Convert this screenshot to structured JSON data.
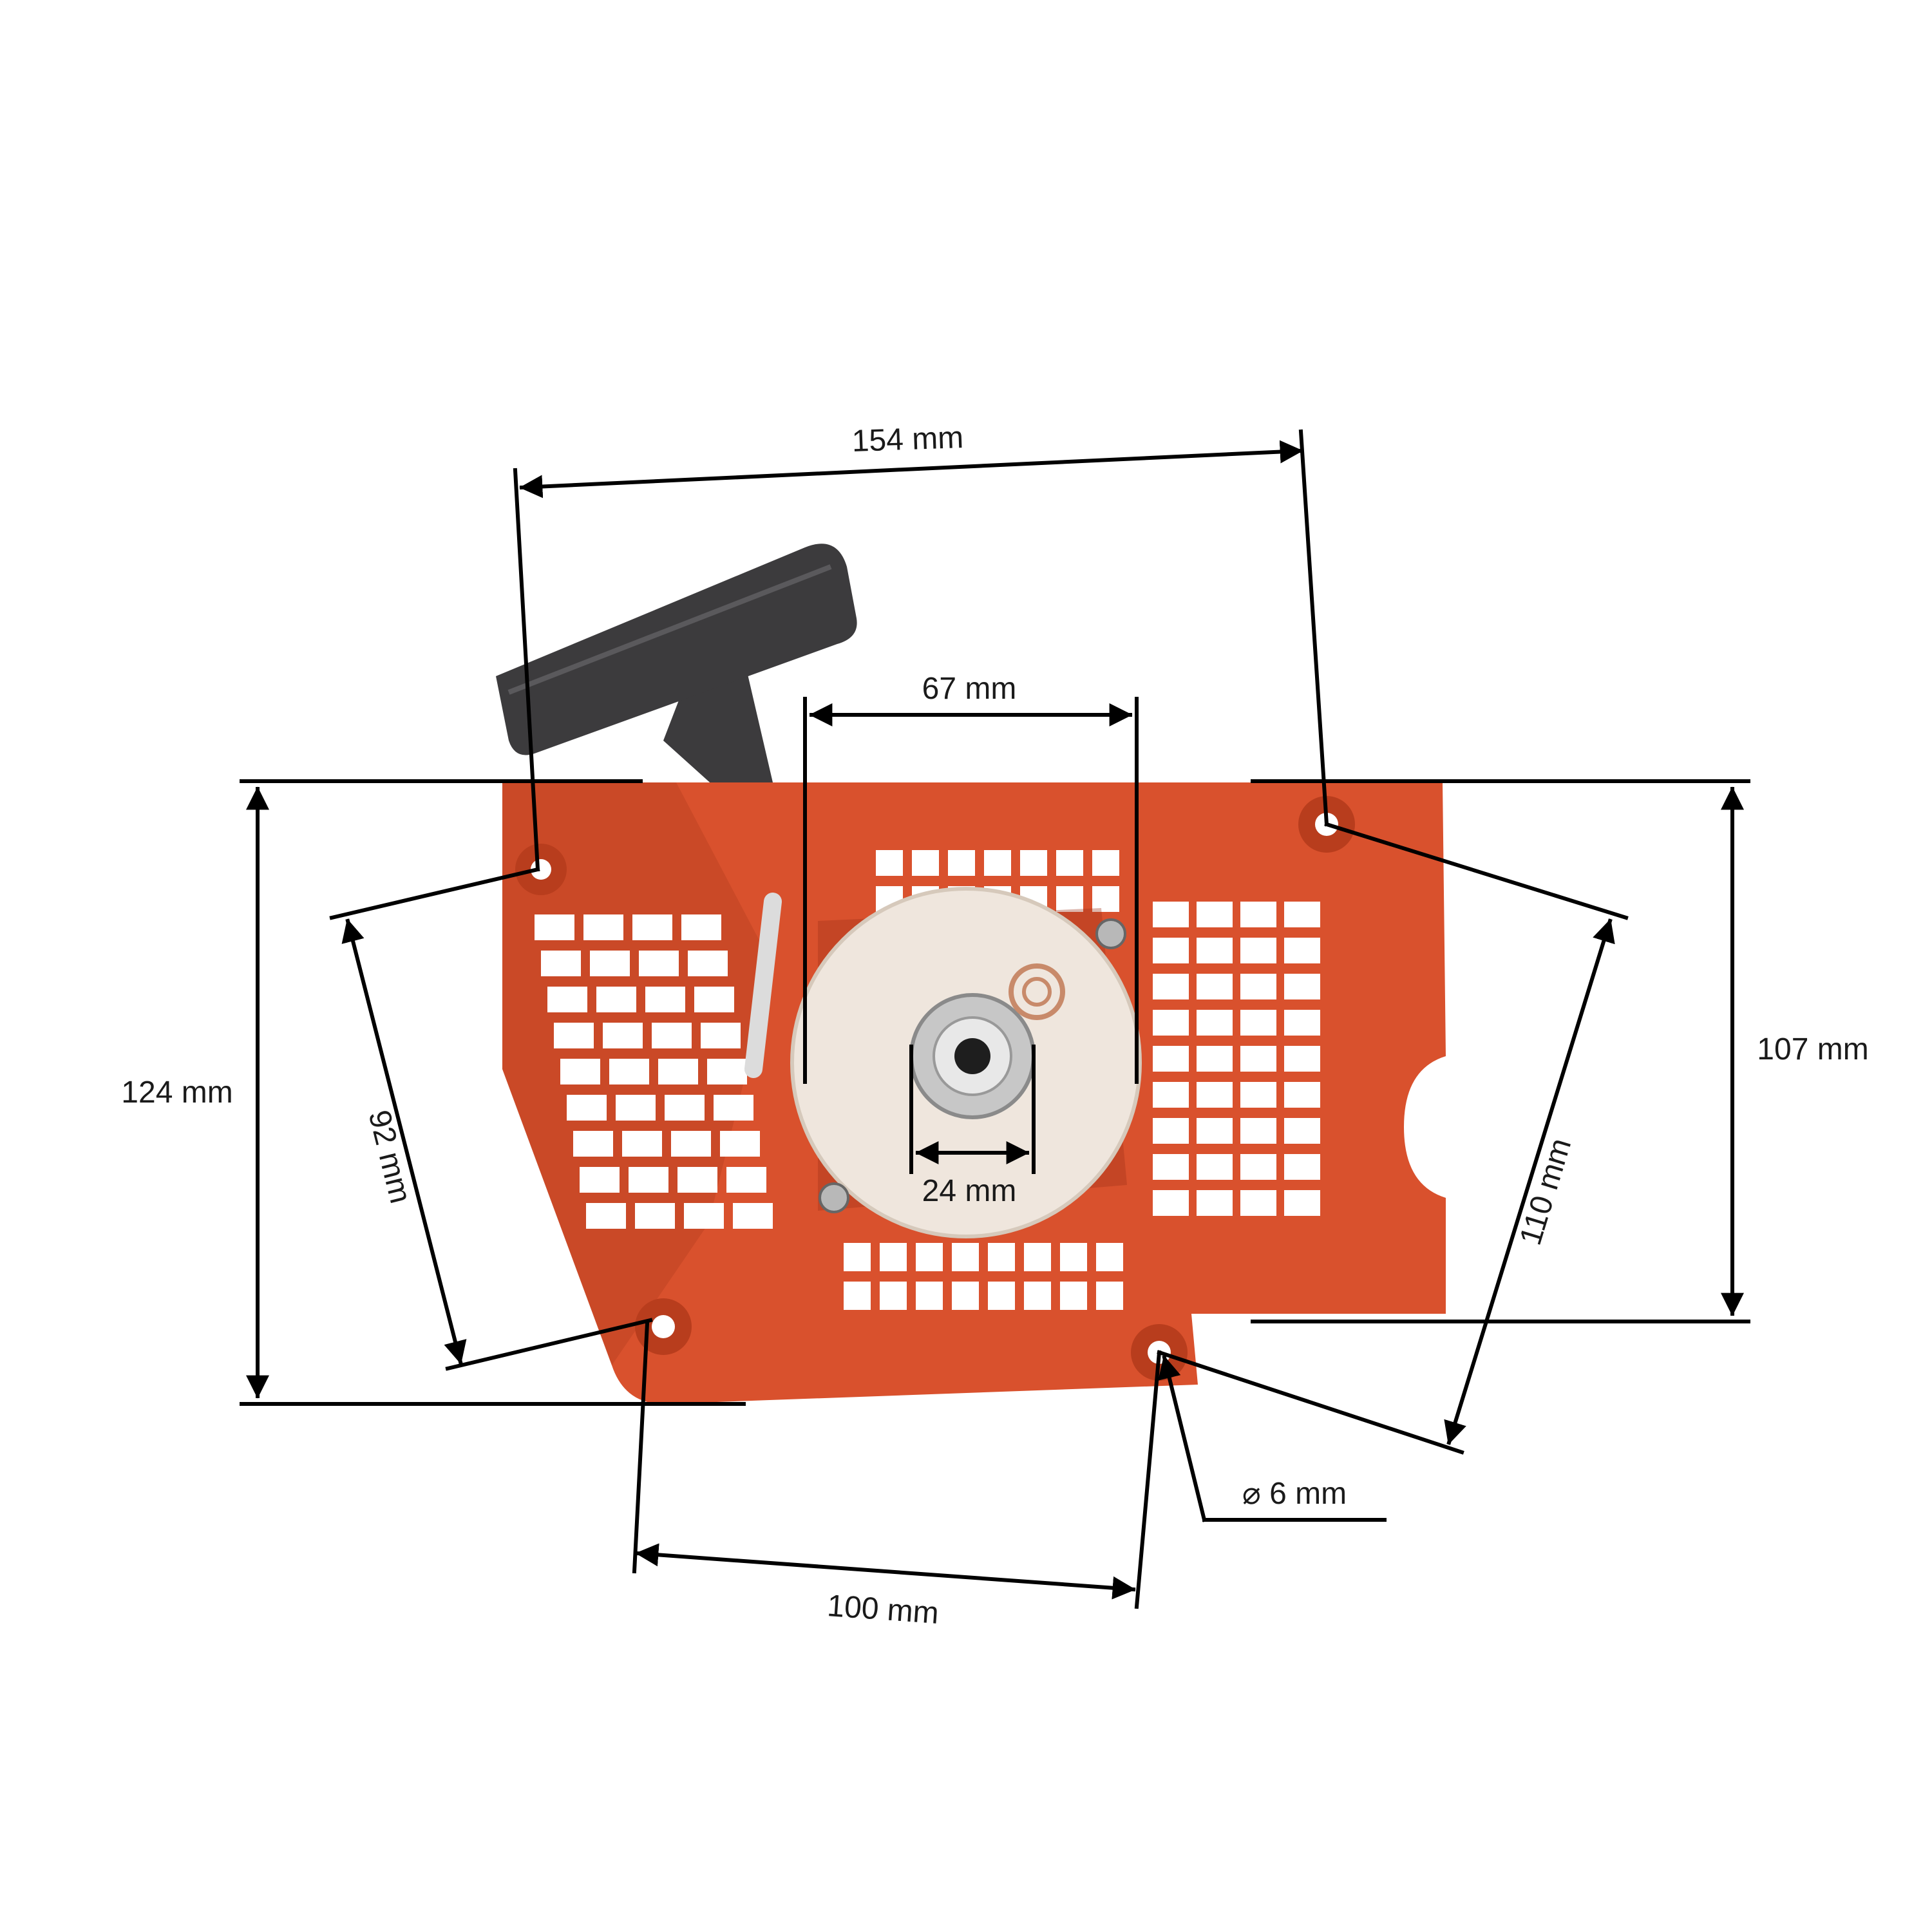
{
  "colors": {
    "housing": "#d9512d",
    "housing_dark": "#b83d1d",
    "housing_shadow": "#9f3217",
    "pulley": "#efe6dd",
    "handle": "#3c3b3d",
    "dimension_line": "#000000",
    "background": "#ffffff"
  },
  "dimensions": {
    "overall_width": "154 mm",
    "pulley_width": "67 mm",
    "hub_diameter": "24 mm",
    "left_height": "124 mm",
    "right_height": "107 mm",
    "left_hole_spacing": "92 mm",
    "right_hole_spacing": "110 mm",
    "bottom_hole_spacing": "100 mm",
    "hole_diameter": "⌀ 6 mm"
  },
  "icons": {
    "handle": "starter-handle-icon",
    "hub": "hub-bolt-icon"
  }
}
